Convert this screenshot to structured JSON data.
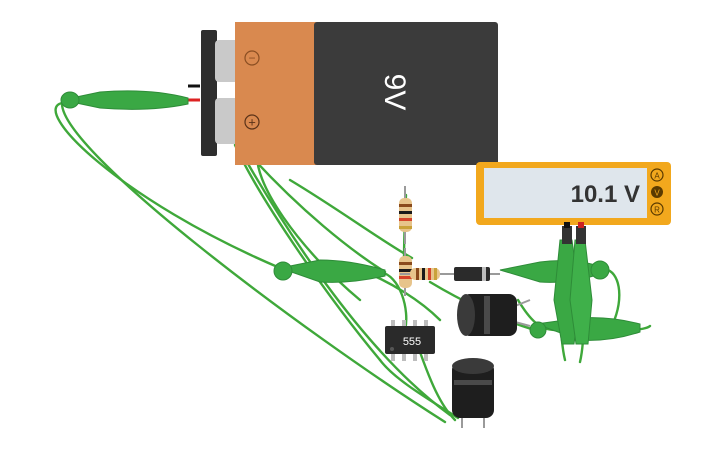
{
  "battery": {
    "voltage_label": "9V",
    "minus_symbol": "−",
    "plus_symbol": "+",
    "colors": {
      "body": "#3b3b3b",
      "label": "#d9894f",
      "terminal": "#c9c9c9"
    }
  },
  "multimeter": {
    "reading": "10.1 V",
    "mode_buttons": [
      "A",
      "V",
      "R"
    ],
    "selected_mode": "V",
    "colors": {
      "frame": "#f2a81d",
      "display": "#dfe6ec"
    }
  },
  "ic": {
    "label": "555"
  },
  "wire_color": "#3fa83a",
  "clip_color": "#3aa844",
  "diode_color": "#2b2b2b"
}
